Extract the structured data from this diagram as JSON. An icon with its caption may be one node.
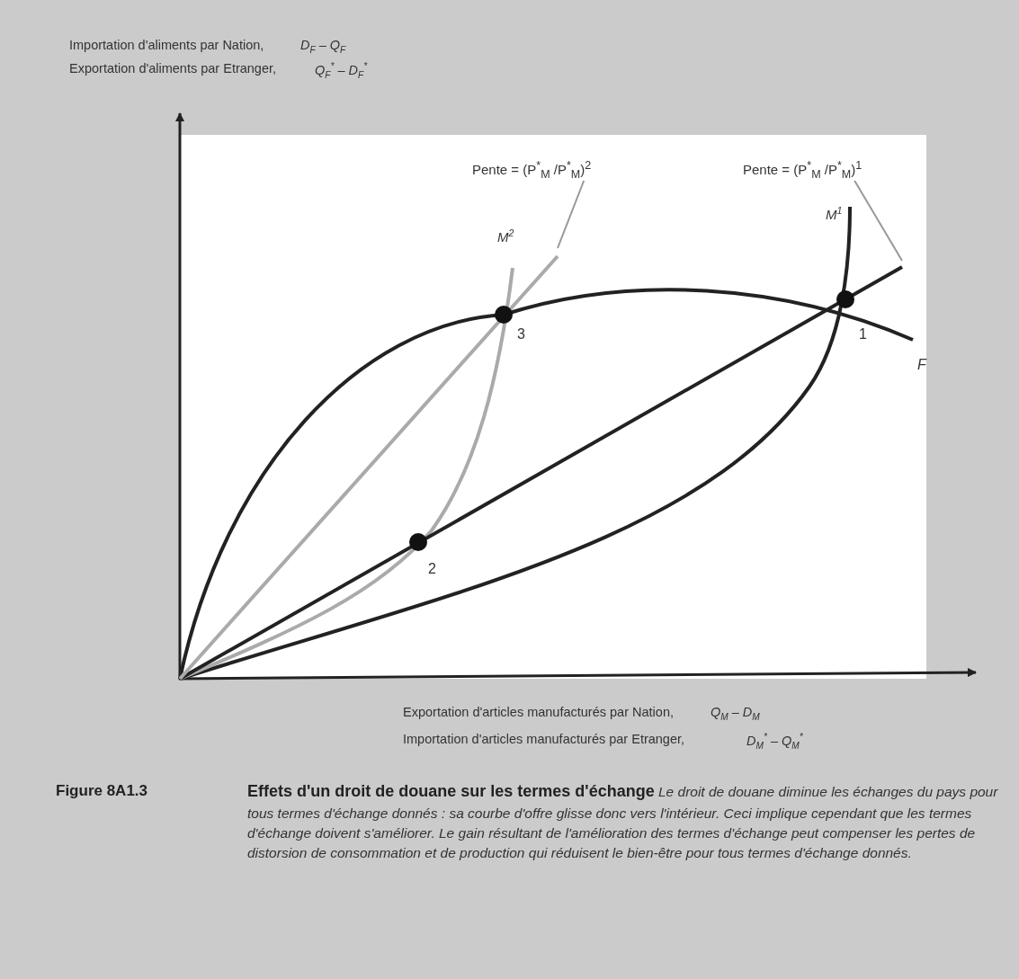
{
  "diagram": {
    "caption": "**Effets d'un droit de douane sur les termes d'échange** *Le droit de douane diminue les échanges du pays pour tous termes d'échange donnés : sa courbe d'offre glisse donc vers l'intérieur. Ceci implique cependant que les termes d'échange doivent s'améliorer. Le gain résultant de l'amélioration des termes d'échange peut compenser les pertes de distorsion de consommation et de production qui réduisent le bien-être pour tous termes d'échange donnés.*",
    "nodes": [
      {
        "text": [
          "Pente = (P$^{*}$$_{M}$ /P$^{*}$$_{M}$)$^{2}$"
        ]
      },
      {
        "text": [
          "Pente = (P$^{*}$$_{M}$ /P$^{*}$$_{M}$)$^{1}$"
        ]
      }
    ],
    "edges": [
      {
        "from": 0,
        "to": null,
        "arrow": "none"
      },
      {
        "from": 1,
        "to": null,
        "arrow": "none"
      }
    ],
    "labels": [
      "Importation d'aliments par Nation,",
      "D$_{F}$ – Q$_{F}$",
      "Exportation d'aliments par Etranger,",
      "Q$_{F}$$^{*}$ – D$_{F}$$^{*}$",
      "M$^{2}$",
      "M$^{1}$",
      "3",
      "1",
      "F",
      "2",
      "Exportation d'articles manufacturés par Nation,",
      "Q$_{M}$ – D$_{M}$",
      "Importation d'articles manufacturés par Etranger,",
      "D$_{M}$$^{*}$ – Q$_{M}$$^{*}$",
      "Figure 8A1.3"
    ]
  }
}
